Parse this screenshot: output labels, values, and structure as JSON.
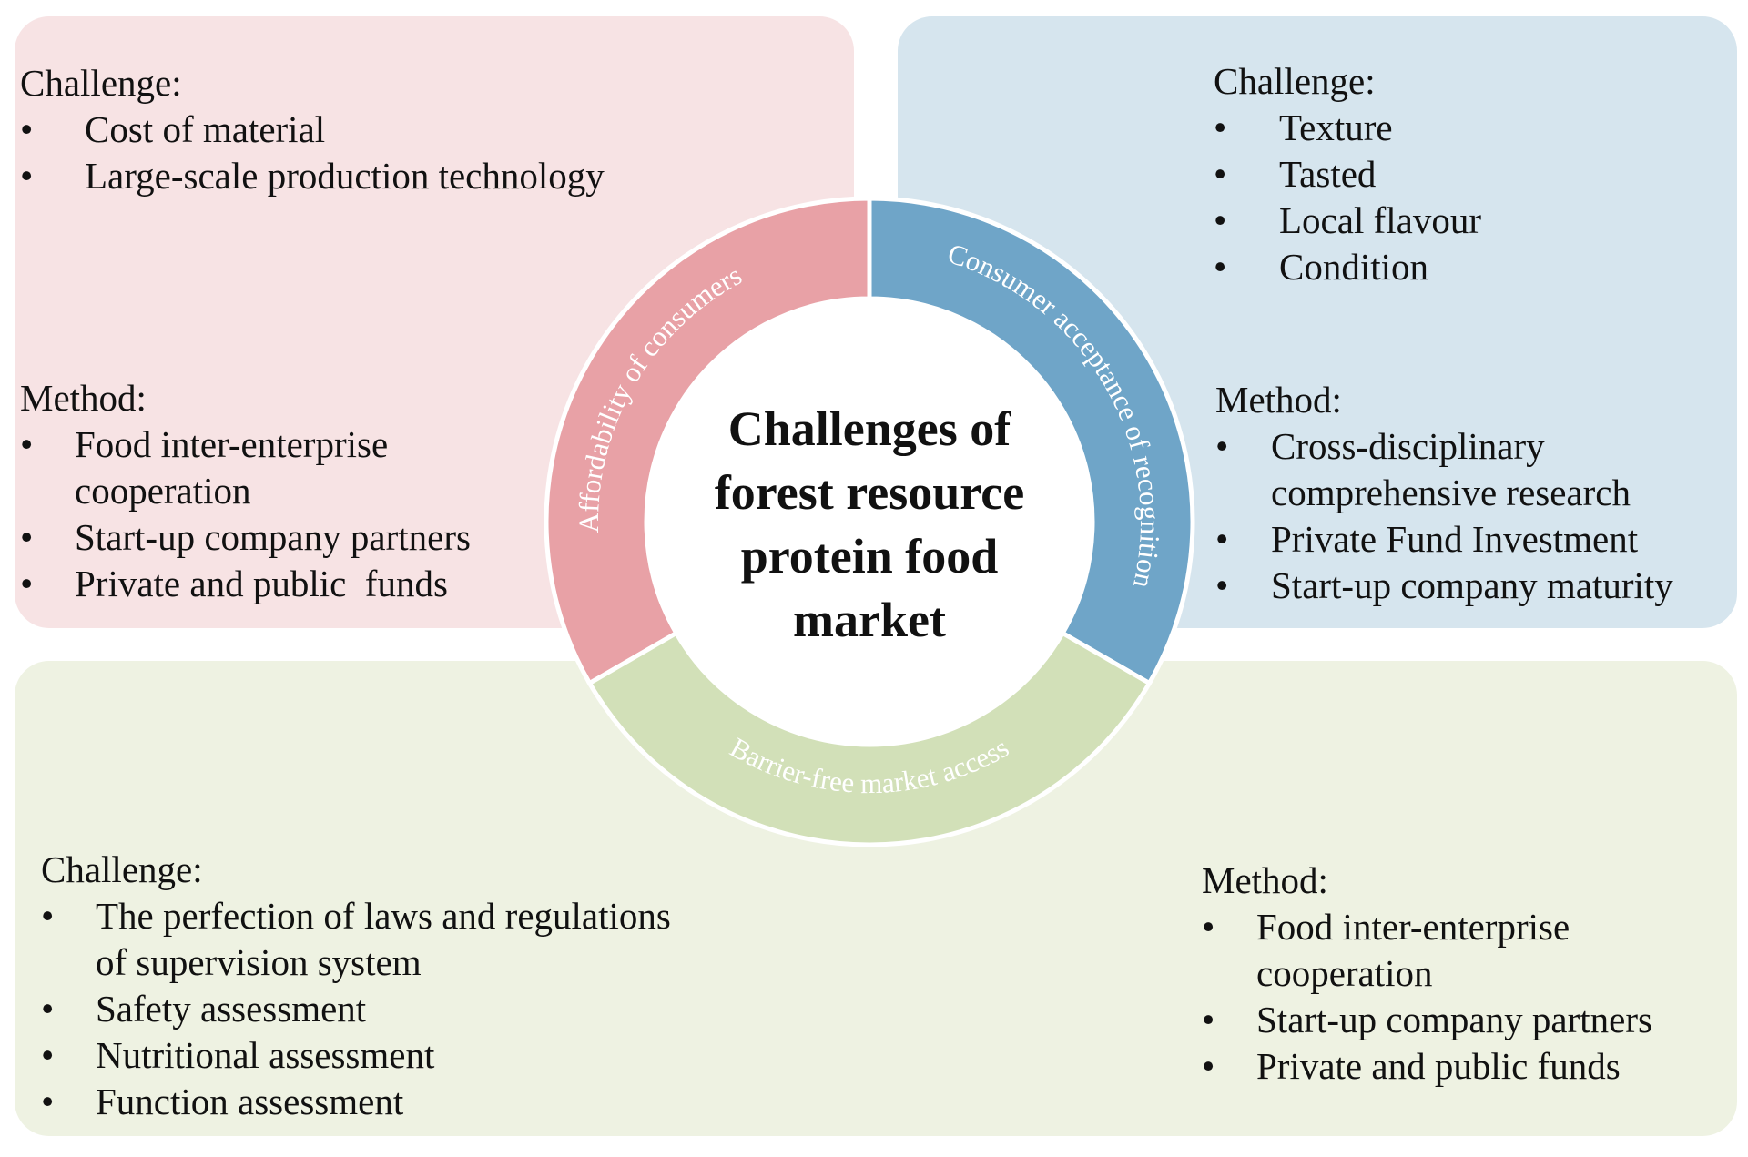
{
  "center_title_lines": [
    "Challenges of",
    "forest resource",
    "protein food",
    "market"
  ],
  "ring": {
    "segments": [
      {
        "label": "Affordability of consumers",
        "color": "#e8a1a6"
      },
      {
        "label": "Consumer acceptance of recognition",
        "color": "#6fa5c8"
      },
      {
        "label": "Barrier-free market access",
        "color": "#d2e0b8"
      }
    ]
  },
  "panel_colors": {
    "top_left": "#f7e3e4",
    "top_right": "#d6e5ee",
    "bottom": "#eef2e2"
  },
  "affordability": {
    "challenge": {
      "heading": "Challenge:",
      "items": [
        "Cost of material",
        "Large-scale production technology"
      ]
    },
    "method": {
      "heading": "Method:",
      "items": [
        "Food inter-enterprise",
        "Start-up company partners",
        "Private and public  funds"
      ],
      "item_0_continuation": "cooperation"
    }
  },
  "acceptance": {
    "challenge": {
      "heading": "Challenge:",
      "items": [
        "Texture",
        "Tasted",
        "Local flavour",
        "Condition"
      ]
    },
    "method": {
      "heading": "Method:",
      "items": [
        "Cross-disciplinary",
        "Private Fund Investment",
        "Start-up company maturity"
      ],
      "item_0_continuation": "comprehensive research"
    }
  },
  "market_access": {
    "challenge": {
      "heading": "Challenge:",
      "items": [
        "The perfection of laws and regulations",
        "Safety assessment",
        "Nutritional assessment",
        "Function assessment"
      ],
      "item_0_continuation": "of supervision system"
    },
    "method": {
      "heading": "Method:",
      "items": [
        "Food inter-enterprise",
        "Start-up company partners",
        "Private and public funds"
      ],
      "item_0_continuation": "cooperation"
    }
  },
  "bullet_symbol": "•"
}
